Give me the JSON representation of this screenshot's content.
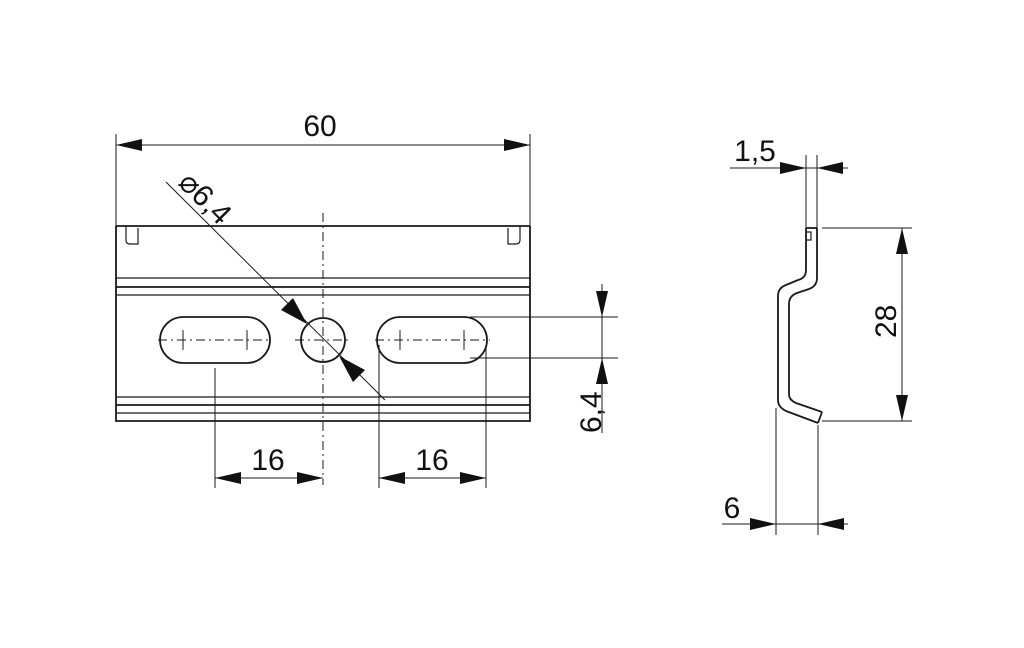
{
  "front_view": {
    "overall_width": "60",
    "hole_diameter": "⌀6,4",
    "spacing_left": "16",
    "spacing_right": "16",
    "slot_height": "6,4"
  },
  "side_view": {
    "thickness": "1,5",
    "height": "28",
    "depth": "6"
  }
}
